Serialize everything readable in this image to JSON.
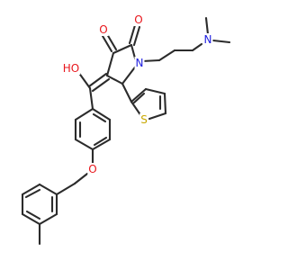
{
  "atoms": {
    "o_keto": {
      "label": "O",
      "color": "#e8161c"
    },
    "o_amide": {
      "label": "O",
      "color": "#e8161c"
    },
    "n_ring": {
      "label": "N",
      "color": "#2020e0"
    },
    "n_amine": {
      "label": "N",
      "color": "#2020e0"
    },
    "oh": {
      "label": "HO",
      "color": "#e8161c"
    },
    "s_thiophene": {
      "label": "S",
      "color": "#c8a800"
    },
    "o_ether": {
      "label": "O",
      "color": "#e8161c"
    }
  }
}
